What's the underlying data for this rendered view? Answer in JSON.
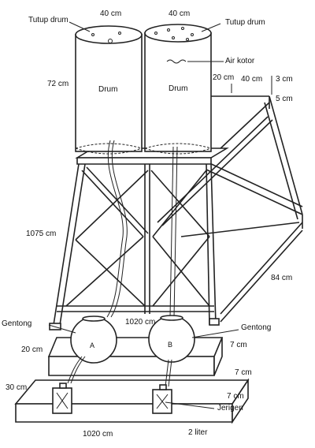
{
  "diagram": {
    "drums": {
      "lid_label_left": "Tutup drum",
      "lid_label_right": "Tutup drum",
      "diameter_left": "40 cm",
      "diameter_right": "40 cm",
      "height": "72 cm",
      "drum_left": "Drum",
      "drum_right": "Drum",
      "dirty_water": "Air kotor"
    },
    "frame": {
      "dim_top_a": "20 cm",
      "dim_top_b": "40 cm",
      "dim_side_a": "3 cm",
      "dim_side_b": "5 cm",
      "height": "1075 cm",
      "depth": "84 cm",
      "width": "1020 cm"
    },
    "gentong": {
      "label_left": "Gentong",
      "label_right": "Gentong",
      "mark_a": "A",
      "mark_b": "B",
      "height": "20 cm"
    },
    "base": {
      "step_height_1": "7 cm",
      "step_height_2": "7 cm",
      "step_height_3": "7 cm",
      "slab_height": "30 cm",
      "width": "1020 cm",
      "jerry_can": "Jerigen",
      "volume": "2 liter"
    }
  }
}
